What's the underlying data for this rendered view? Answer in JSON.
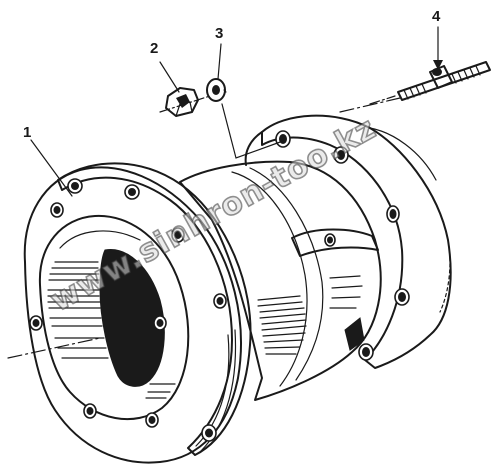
{
  "callouts": [
    {
      "id": "1",
      "label": "1"
    },
    {
      "id": "2",
      "label": "2"
    },
    {
      "id": "3",
      "label": "3"
    },
    {
      "id": "4",
      "label": "4"
    }
  ],
  "watermark": {
    "text": "www.sinhron-too.kz"
  }
}
